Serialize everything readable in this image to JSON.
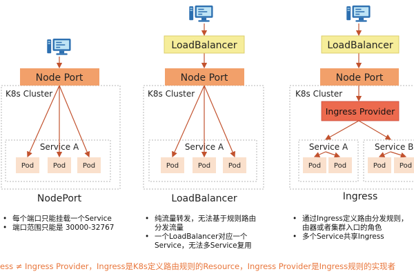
{
  "colors": {
    "orange_box": "#f2a06a",
    "yellow_box": "#f6ed9a",
    "red_box": "#ec6a4e",
    "pod_box": "#fae0cc",
    "arrow": "#c2522e",
    "footer_text": "#e8753a"
  },
  "panels": [
    {
      "id": "nodeport",
      "client_icon": "computer-icon",
      "nodeport_label": "Node Port",
      "cluster_label": "K8s Cluster",
      "services": [
        {
          "label": "Service A",
          "pods": [
            "Pod",
            "Pod",
            "Pod"
          ]
        }
      ],
      "caption": "NodePort",
      "bullets": [
        "每个端口只能挂载一个Service",
        "端口范围只能是 30000-32767"
      ]
    },
    {
      "id": "loadbalancer",
      "client_icon": "computer-icon",
      "lb_label": "LoadBalancer",
      "nodeport_label": "Node Port",
      "cluster_label": "K8s Cluster",
      "services": [
        {
          "label": "Service A",
          "pods": [
            "Pod",
            "Pod",
            "Pod"
          ]
        }
      ],
      "caption": "LoadBalancer",
      "bullets": [
        "纯流量转发，无法基于规则路由分发流量",
        "一个LoadBalancer对应一个Service，无法多Service复用"
      ]
    },
    {
      "id": "ingress",
      "client_icon": "computer-icon",
      "lb_label": "LoadBalancer",
      "nodeport_label": "Node Port",
      "cluster_label": "K8s Cluster",
      "provider_label": "Ingress Provider",
      "services": [
        {
          "label": "Service A",
          "pods": [
            "Pod",
            "Pod"
          ]
        },
        {
          "label": "Service B",
          "pods": [
            "Pod",
            "Pod"
          ]
        }
      ],
      "caption": "Ingress",
      "bullets": [
        "通过Ingress定义路由分发规则，由器或者集群入口的角色",
        "多个Service共享Ingress"
      ]
    }
  ],
  "footer": "ess ≠ Ingress Provider，Ingress是K8s定义路由规则的Resource，Ingress Provider是Ingress规则的实现者"
}
